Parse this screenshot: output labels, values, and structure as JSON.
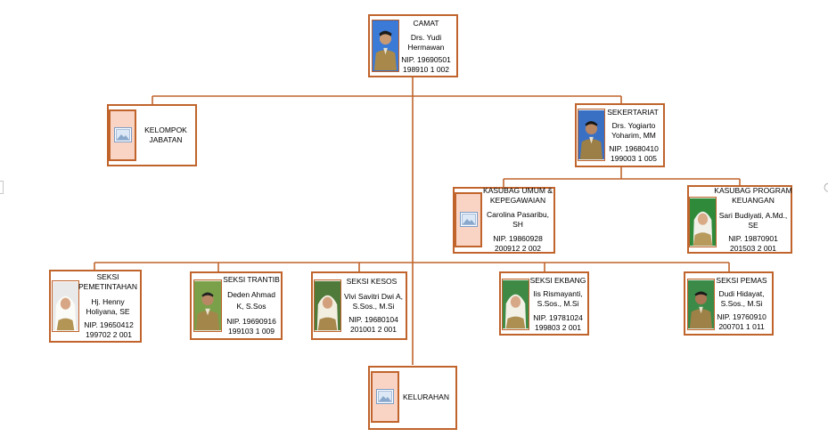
{
  "colors": {
    "border": "#c0642c",
    "line": "#c0642c",
    "placeholder_fill": "#f9d3c4"
  },
  "camat": {
    "title": "CAMAT",
    "name_line1": "Drs. Yudi",
    "name_line2": "Hermawan",
    "nip_line1": "NIP. 19690501",
    "nip_line2": "198910 1 002",
    "photo": "person-photo"
  },
  "kelompok": {
    "line1": "KELOMPOK",
    "line2": "JABATAN",
    "photo": "image-placeholder-icon"
  },
  "sekertariat": {
    "title": "SEKERTARIAT",
    "name_line1": "Drs. Yogiarto",
    "name_line2": "Yoharim, MM",
    "nip_line1": "NIP. 19680410",
    "nip_line2": "199003 1 005",
    "photo": "person-photo"
  },
  "kasubag_umum": {
    "title_line1": "KASUBAG UMUM &",
    "title_line2": "KEPEGAWAIAN",
    "name_line1": "Carolina Pasaribu,",
    "name_line2": "SH",
    "nip_line1": "NIP. 19860928",
    "nip_line2": "200912 2 002",
    "photo": "image-placeholder-icon"
  },
  "kasubag_program": {
    "title_line1": "KASUBAG PROGRAM",
    "title_line2": "KEUANGAN",
    "name_line1": "Sari Budiyati, A.Md.,",
    "name_line2": "SE",
    "nip_line1": "NIP. 19870901",
    "nip_line2": "201503 2 001",
    "photo": "person-photo"
  },
  "seksi_pemetintahan": {
    "title_line1": "SEKSI",
    "title_line2": "PEMETINTAHAN",
    "name_line1": "Hj. Henny",
    "name_line2": "Holiyana, SE",
    "nip_line1": "NIP. 19650412",
    "nip_line2": "199702 2 001",
    "photo": "person-photo"
  },
  "seksi_trantib": {
    "title": "SEKSI TRANTIB",
    "name_line1": "Deden Ahmad",
    "name_line2": "K, S.Sos",
    "nip_line1": "NIP. 19690916",
    "nip_line2": "199103 1 009",
    "photo": "person-photo"
  },
  "seksi_kesos": {
    "title": "SEKSI KESOS",
    "name_line1": "Vivi Savitri Dwi A,",
    "name_line2": "S.Sos., M.Si",
    "nip_line1": "NIP. 19680104",
    "nip_line2": "201001 2 001",
    "photo": "person-photo"
  },
  "seksi_ekbang": {
    "title": "SEKSI EKBANG",
    "name_line1": "Iis Rismayanti,",
    "name_line2": "S.Sos., M.Si",
    "nip_line1": "NIP. 19781024",
    "nip_line2": "199803 2 001",
    "photo": "person-photo"
  },
  "seksi_pemas": {
    "title": "SEKSI PEMAS",
    "name_line1": "Dudi Hidayat,",
    "name_line2": "S.Sos., M.Si",
    "nip_line1": "NIP. 19760910",
    "nip_line2": "200701 1 011",
    "photo": "person-photo"
  },
  "kelurahan": {
    "label": "KELURAHAN",
    "photo": "image-placeholder-icon"
  }
}
